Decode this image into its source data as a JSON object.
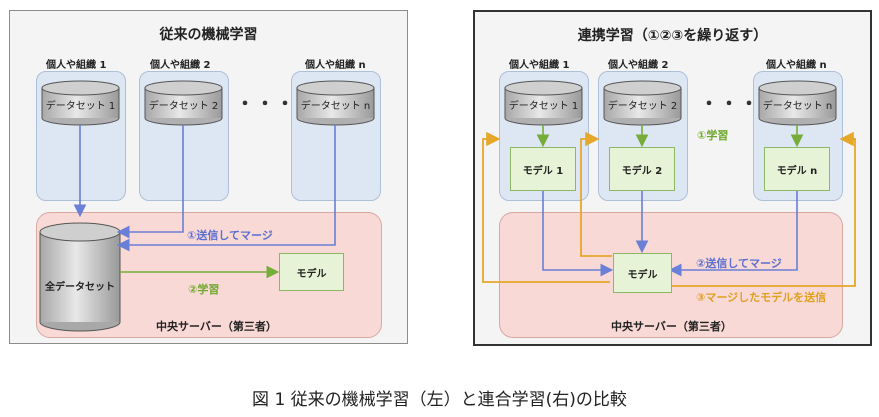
{
  "left": {
    "title": "従来の機械学習",
    "lanes": [
      "個人や組織 1",
      "個人や組織 2",
      "個人や組織 n"
    ],
    "datasets": [
      "データセット 1",
      "データセット 2",
      "データセット n"
    ],
    "ellipsis": "・・・",
    "send_merge": "①送信してマージ",
    "full_dataset": "全データセット",
    "learn": "②学習",
    "model": "モデル",
    "server": "中央サーバー（第三者）"
  },
  "right": {
    "title": "連携学習（①②③を繰り返す）",
    "lanes": [
      "個人や組織 1",
      "個人や組織 2",
      "個人や組織 n"
    ],
    "datasets": [
      "データセット 1",
      "データセット 2",
      "データセット n"
    ],
    "models": [
      "モデル 1",
      "モデル 2",
      "モデル n"
    ],
    "ellipsis": "・・・",
    "learn": "①学習",
    "send_merge": "②送信してマージ",
    "merged_send": "③マージしたモデルを送信",
    "model": "モデル",
    "server": "中央サーバー（第三者）"
  },
  "caption": "図 1  従来の機械学習（左）と連合学習(右)の比較",
  "colors": {
    "blue_arrow": "#6a7fd6",
    "green_arrow": "#76ad3a",
    "orange_arrow": "#e6a72a"
  }
}
